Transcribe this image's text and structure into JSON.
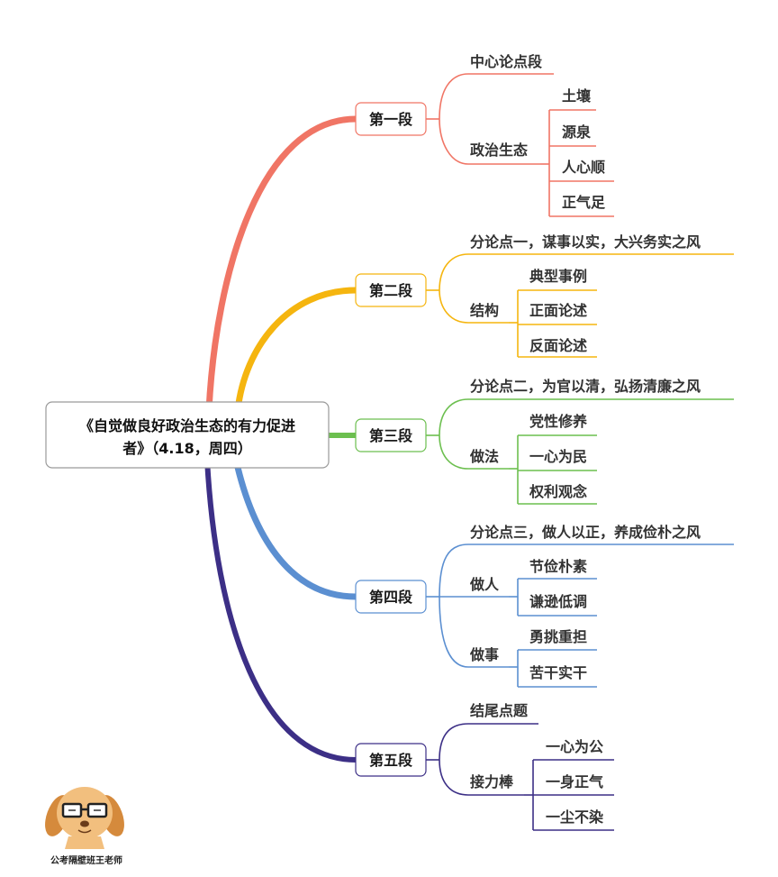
{
  "center": {
    "line1": "《自觉做良好政治生态的有力促进",
    "line2": "者》（4.18，周四）"
  },
  "colors": {
    "s1": "#f07565",
    "s2": "#f5b50f",
    "s3": "#6cbf4f",
    "s4": "#5b8fd1",
    "s5": "#3c2f86"
  },
  "sections": [
    {
      "label": "第一段",
      "top": "中心论点段",
      "groups": [
        {
          "label": "政治生态",
          "items": [
            "土壤",
            "源泉",
            "人心顺",
            "正气足"
          ]
        }
      ]
    },
    {
      "label": "第二段",
      "top": "分论点一，谋事以实，大兴务实之风",
      "groups": [
        {
          "label": "结构",
          "items": [
            "典型事例",
            "正面论述",
            "反面论述"
          ]
        }
      ]
    },
    {
      "label": "第三段",
      "top": "分论点二，为官以清，弘扬清廉之风",
      "groups": [
        {
          "label": "做法",
          "items": [
            "党性修养",
            "一心为民",
            "权利观念"
          ]
        }
      ]
    },
    {
      "label": "第四段",
      "top": "分论点三，做人以正，养成俭朴之风",
      "groups": [
        {
          "label": "做人",
          "items": [
            "节俭朴素",
            "谦逊低调"
          ]
        },
        {
          "label": "做事",
          "items": [
            "勇挑重担",
            "苦干实干"
          ]
        }
      ]
    },
    {
      "label": "第五段",
      "top": "结尾点题",
      "groups": [
        {
          "label": "接力棒",
          "items": [
            "一心为公",
            "一身正气",
            "一尘不染"
          ]
        }
      ]
    }
  ],
  "watermark": {
    "caption": "公考隔壁班王老师",
    "icon": "dog-avatar-icon"
  }
}
